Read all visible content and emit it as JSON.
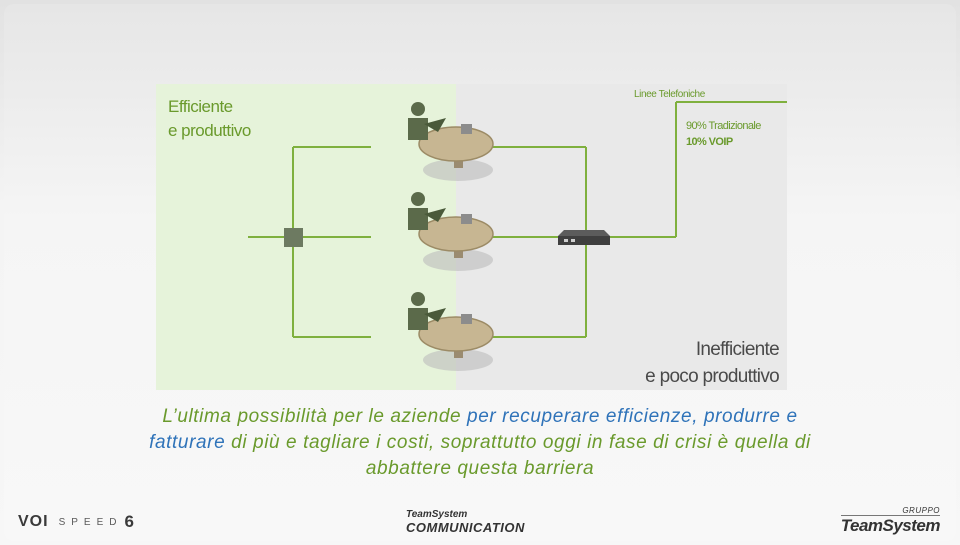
{
  "diagram": {
    "left_title": [
      "Efficiente",
      "e produttivo"
    ],
    "lines_label": "Linee Telefoniche",
    "share_traditional": "90% Tradizionale",
    "share_voip": "10% VOIP",
    "right_title": [
      "Inefficiente",
      "e poco produttivo"
    ],
    "colors": {
      "left_panel": "#e6f3da",
      "right_panel": "#e9e9e9",
      "line": "#7fb03e",
      "accent": "#6a9a2c"
    }
  },
  "caption": {
    "part1": "L’ultima possibilità per le aziende ",
    "part2": "per recuperare efficienze, produrre e",
    "part3": "fatturare ",
    "part4": "di più e tagliare i costi, soprattutto oggi in fase di crisi è quella di",
    "part5": "abbattere questa barriera"
  },
  "footer": {
    "voi": "VOI",
    "speed": "SPEED",
    "six": "6",
    "teamsystem": "TeamSystem",
    "communication": "COMMUNICATION",
    "gruppo": "GRUPPO",
    "teamsystem_group": "TeamSystem"
  }
}
